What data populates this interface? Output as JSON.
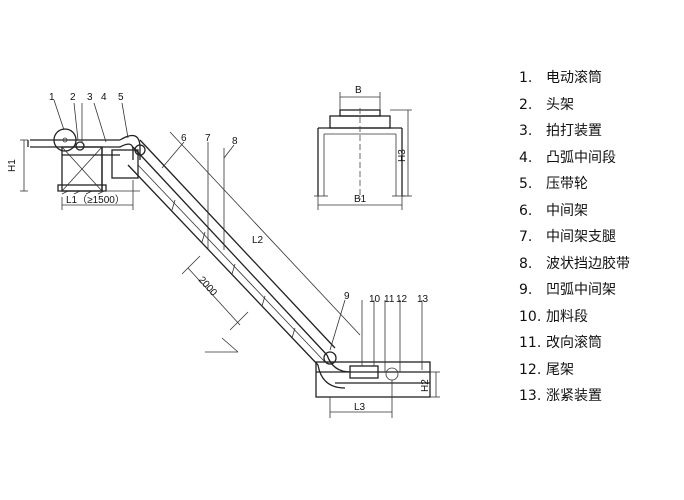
{
  "callouts": [
    "1",
    "2",
    "3",
    "4",
    "5",
    "6",
    "7",
    "8",
    "9",
    "10",
    "11",
    "12",
    "13"
  ],
  "dimensions": {
    "h1": "H1",
    "l1": "L1（≥1500）",
    "l2": "L2",
    "spacing": "2000",
    "l3": "L3",
    "h2": "H2",
    "b": "B",
    "b1": "B1",
    "h3": "H3"
  },
  "legend": [
    {
      "num": "1.",
      "label": "电动滚筒"
    },
    {
      "num": "2.",
      "label": "头架"
    },
    {
      "num": "3.",
      "label": "拍打装置"
    },
    {
      "num": "4.",
      "label": "凸弧中间段"
    },
    {
      "num": "5.",
      "label": "压带轮"
    },
    {
      "num": "6.",
      "label": "中间架"
    },
    {
      "num": "7.",
      "label": "中间架支腿"
    },
    {
      "num": "8.",
      "label": "波状挡边胶带"
    },
    {
      "num": "9.",
      "label": "凹弧中间架"
    },
    {
      "num": "10.",
      "label": "加料段"
    },
    {
      "num": "11.",
      "label": "改向滚筒"
    },
    {
      "num": "12.",
      "label": "尾架"
    },
    {
      "num": "13.",
      "label": "涨紧装置"
    }
  ]
}
